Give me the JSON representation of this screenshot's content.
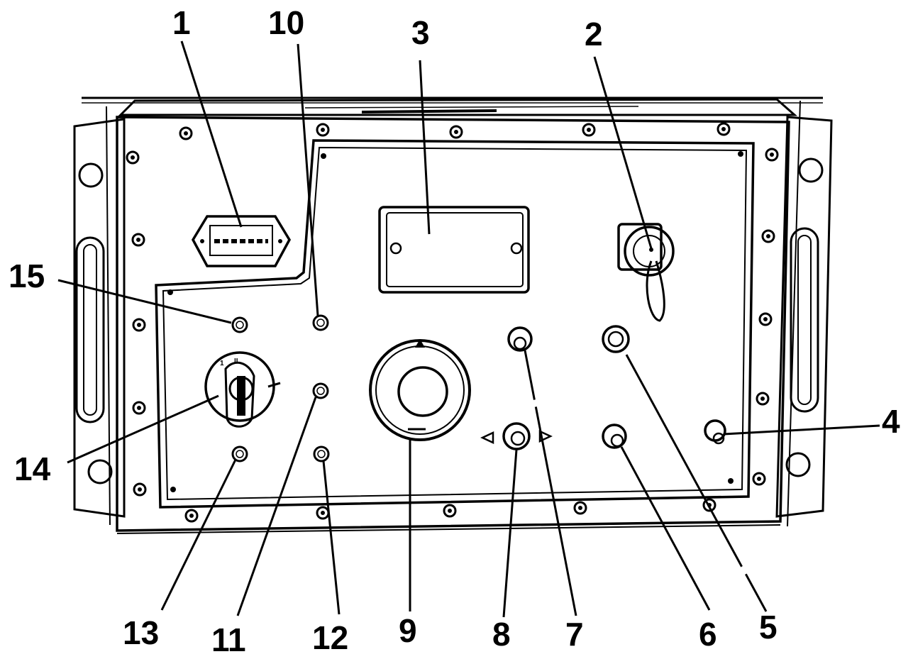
{
  "diagram": {
    "callouts": [
      {
        "id": "1",
        "label": "1"
      },
      {
        "id": "2",
        "label": "2"
      },
      {
        "id": "3",
        "label": "3"
      },
      {
        "id": "4",
        "label": "4"
      },
      {
        "id": "5",
        "label": "5"
      },
      {
        "id": "6",
        "label": "6"
      },
      {
        "id": "7",
        "label": "7"
      },
      {
        "id": "8",
        "label": "8"
      },
      {
        "id": "9",
        "label": "9"
      },
      {
        "id": "10",
        "label": "10"
      },
      {
        "id": "11",
        "label": "11"
      },
      {
        "id": "12",
        "label": "12"
      },
      {
        "id": "13",
        "label": "13"
      },
      {
        "id": "14",
        "label": "14"
      },
      {
        "id": "15",
        "label": "15"
      }
    ],
    "colors": {
      "ink": "#000000",
      "paper": "#ffffff"
    }
  }
}
